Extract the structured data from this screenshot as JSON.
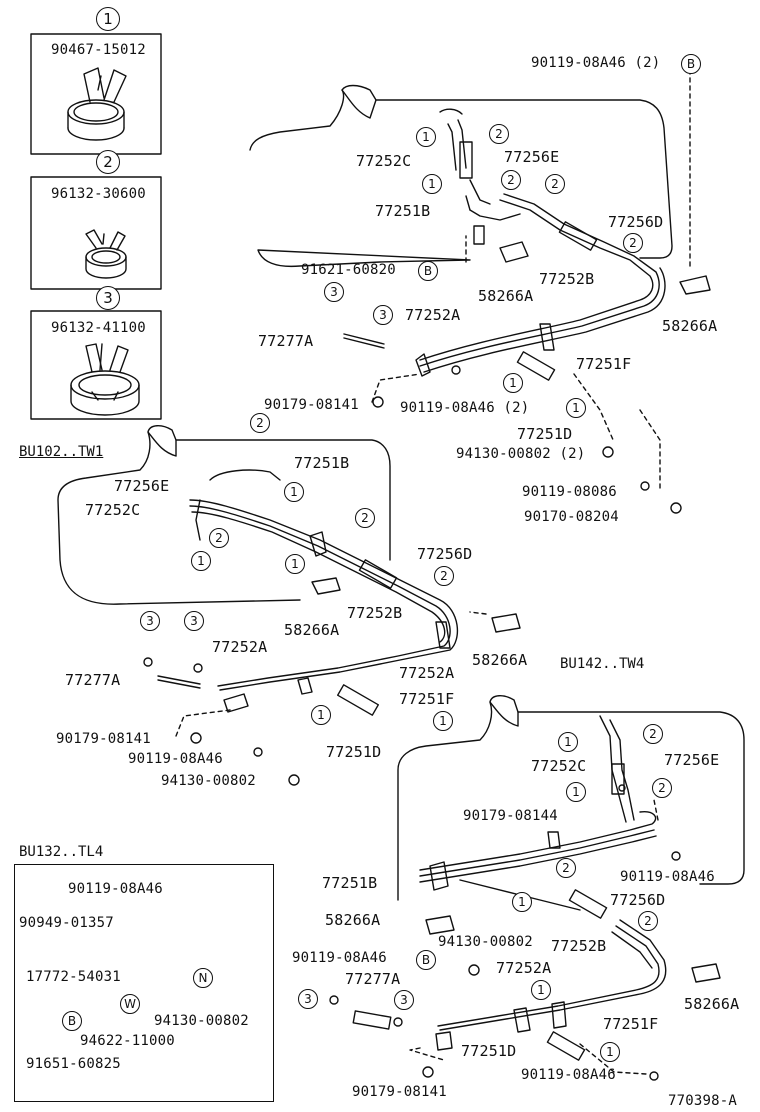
{
  "legend": {
    "clamps": [
      {
        "marker": "1",
        "part": "90467-15012"
      },
      {
        "marker": "2",
        "part": "96132-30600"
      },
      {
        "marker": "3",
        "part": "96132-41100"
      }
    ]
  },
  "sections": {
    "tw1_title": "BU102..TW1",
    "tw4_title": "BU142..TW4",
    "tl4_title": "BU132..TL4"
  },
  "top": {
    "bolt_b": "90119-08A46 (2)",
    "marker_b": "B",
    "c_77252C": "77252C",
    "c_77256E": "77256E",
    "c_77251B": "77251B",
    "c_77256D": "77256D",
    "c_77252B": "77252B",
    "bolt_91621": "91621-60820",
    "c_58266A_1": "58266A",
    "c_58266A_2": "58266A",
    "c_77277A": "77277A",
    "c_77252A": "77252A",
    "c_77251F": "77251F",
    "bolt_90179": "90179-08141",
    "bolt_90119_2": "90119-08A46 (2)",
    "c_77251D": "77251D",
    "nut_94130": "94130-00802 (2)",
    "bolt_90119_08086": "90119-08086",
    "nut_90170": "90170-08204",
    "m1": "1",
    "m2": "2",
    "m3": "3"
  },
  "tw1": {
    "c_77251B": "77251B",
    "c_77256E": "77256E",
    "c_77252C": "77252C",
    "c_77256D": "77256D",
    "c_77252B": "77252B",
    "c_58266A_1": "58266A",
    "c_58266A_2": "58266A",
    "c_77252A_1": "77252A",
    "c_77252A_2": "77252A",
    "c_77277A": "77277A",
    "c_77251F": "77251F",
    "c_77251D": "77251D",
    "bolt_90179": "90179-08141",
    "bolt_90119": "90119-08A46",
    "nut_94130": "94130-00802"
  },
  "tw4": {
    "c_77252C": "77252C",
    "c_77256E": "77256E",
    "bolt_90179_08144": "90179-08144",
    "bolt_90119": "90119-08A46",
    "c_77251B": "77251B",
    "c_58266A_1": "58266A",
    "c_77256D": "77256D",
    "c_77252B": "77252B",
    "bolt_b": "90119-08A46",
    "marker_b": "B",
    "nut_94130": "94130-00802",
    "c_77277A": "77277A",
    "c_77252A": "77252A",
    "c_58266A_2": "58266A",
    "c_77251F": "77251F",
    "c_77251D": "77251D",
    "bolt_90179": "90179-08141",
    "bolt_90119_2": "90119-08A46"
  },
  "tl4": {
    "bolt_90119": "90119-08A46",
    "p_90949": "90949-01357",
    "p_17772": "17772-54031",
    "nut_94130": "94130-00802",
    "p_94622": "94622-11000",
    "bolt_91651": "91651-60825",
    "marker_n": "N",
    "marker_w": "W",
    "marker_b": "B"
  },
  "figure_id": "770398-A"
}
